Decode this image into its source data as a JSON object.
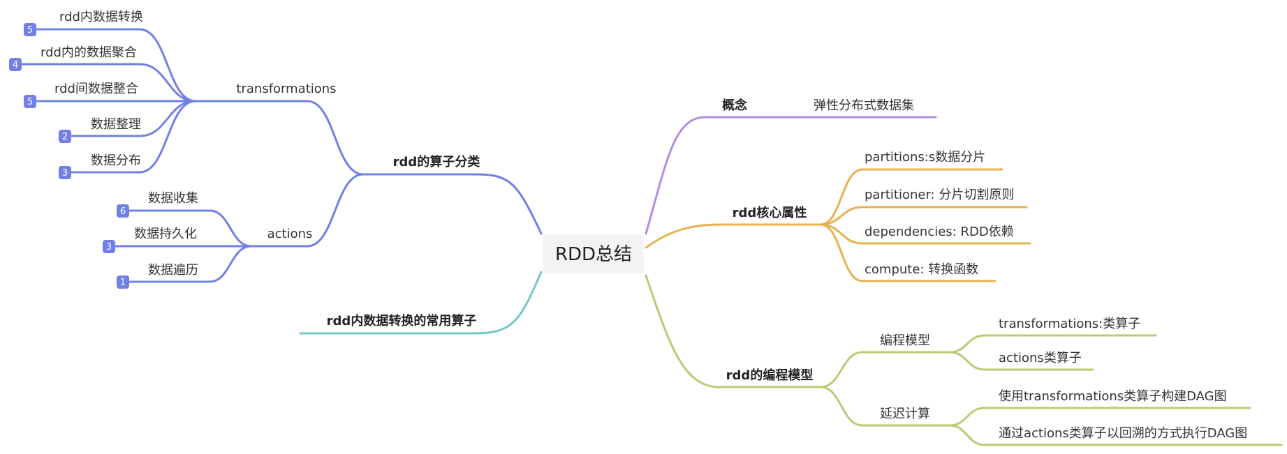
{
  "root": "RDD总结",
  "colors": {
    "blue": "#7280e6",
    "purple": "#b28ee0",
    "orange": "#e7b14e",
    "green": "#b7cc73",
    "teal": "#73c8c6"
  },
  "left": {
    "operators": {
      "label": "rdd的算子分类",
      "transformations": {
        "label": "transformations",
        "items": [
          {
            "label": "rdd内数据转换",
            "badge": "5"
          },
          {
            "label": "rdd内的数据聚合",
            "badge": "4"
          },
          {
            "label": "rdd间数据整合",
            "badge": "5"
          },
          {
            "label": "数据整理",
            "badge": "2"
          },
          {
            "label": "数据分布",
            "badge": "3"
          }
        ]
      },
      "actions": {
        "label": "actions",
        "items": [
          {
            "label": "数据收集",
            "badge": "6"
          },
          {
            "label": "数据持久化",
            "badge": "3"
          },
          {
            "label": "数据遍历",
            "badge": "1"
          }
        ]
      }
    },
    "common": {
      "label": "rdd内数据转换的常用算子"
    }
  },
  "right": {
    "concept": {
      "label": "概念",
      "value": "弹性分布式数据集"
    },
    "core": {
      "label": "rdd核心属性",
      "items": [
        "partitions:s数据分片",
        "partitioner: 分片切割原则",
        "dependencies: RDD依赖",
        "compute: 转换函数"
      ]
    },
    "model": {
      "label": "rdd的编程模型",
      "programming": {
        "label": "编程模型",
        "items": [
          "transformations:类算子",
          "actions类算子"
        ]
      },
      "lazy": {
        "label": "延迟计算",
        "items": [
          "使用transformations类算子构建DAG图",
          "通过actions类算子以回溯的方式执行DAG图"
        ]
      }
    }
  }
}
